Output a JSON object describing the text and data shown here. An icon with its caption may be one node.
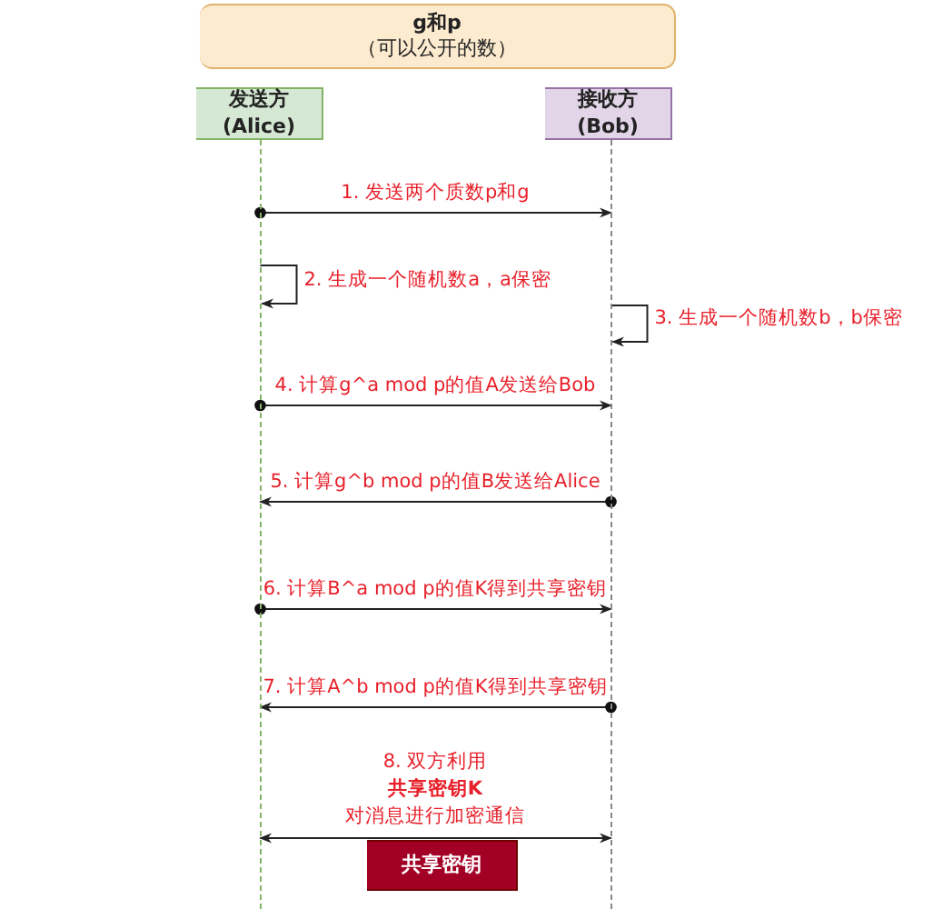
{
  "diagram": {
    "nodes": [
      {
        "text": [
          "g和p",
          "（可以公开的数）"
        ]
      },
      {
        "text": [
          "发送方 (Alice)"
        ]
      },
      {
        "text": [
          "接收方 (Bob)"
        ]
      },
      {
        "text": [],
        "shape": "line"
      },
      {
        "text": [],
        "shape": "line"
      },
      {
        "text": [
          "共享密钥"
        ]
      }
    ],
    "edges": [
      {
        "from": 3,
        "to": 4,
        "arrow": "to",
        "label": "1. 发送两个质数p和g"
      },
      {
        "from": 3,
        "to": 3,
        "arrow": "to",
        "label": "2. 生成一个随机数a，a保密"
      },
      {
        "from": 4,
        "to": 4,
        "arrow": "to",
        "label": "3. 生成一个随机数b，b保密"
      },
      {
        "from": 3,
        "to": 4,
        "arrow": "to",
        "label": "4. 计算g^a mod p的值A发送给Bob"
      },
      {
        "from": 4,
        "to": 3,
        "arrow": "to",
        "label": "5. 计算g^b mod p的值B发送给Alice"
      },
      {
        "from": 3,
        "to": 4,
        "arrow": "to",
        "label": "6. 计算B^a mod p的值K得到共享密钥"
      },
      {
        "from": 4,
        "to": 3,
        "arrow": "to",
        "label": "7. 计算A^b mod p的值K得到共享密钥"
      },
      {
        "from": 3,
        "to": 4,
        "arrow": "both",
        "label": "8. 双方利用**共享密钥K**对消息进行加密通信"
      }
    ]
  }
}
